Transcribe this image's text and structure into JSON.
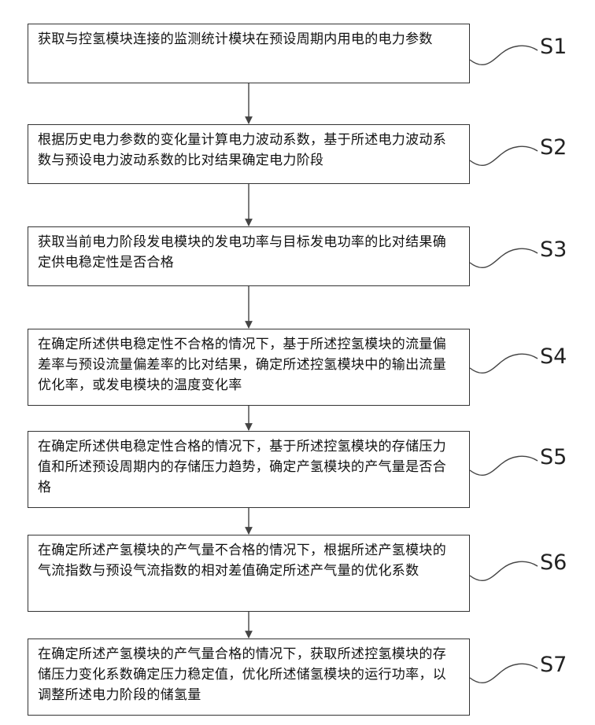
{
  "steps": [
    {
      "id": "S1",
      "text": "获取与控氢模块连接的监测统计模块在预设周期内用电的电力参数"
    },
    {
      "id": "S2",
      "text": "根据历史电力参数的变化量计算电力波动系数，基于所述电力波动系数与预设电力波动系数的比对结果确定电力阶段"
    },
    {
      "id": "S3",
      "text": "获取当前电力阶段发电模块的发电功率与目标发电功率的比对结果确定供电稳定性是否合格"
    },
    {
      "id": "S4",
      "text": "在确定所述供电稳定性不合格的情况下，基于所述控氢模块的流量偏差率与预设流量偏差率的比对结果，确定所述控氢模块中的输出流量优化率，或发电模块的温度变化率"
    },
    {
      "id": "S5",
      "text": "在确定所述供电稳定性合格的情况下，基于所述控氢模块的存储压力值和所述预设周期内的存储压力趋势，确定产氢模块的产气量是否合格"
    },
    {
      "id": "S6",
      "text": "在确定所述产氢模块的产气量不合格的情况下，根据所述产氢模块的气流指数与预设气流指数的相对差值确定所述产气量的优化系数"
    },
    {
      "id": "S7",
      "text": "在确定所述产氢模块的产气量合格的情况下，获取所述控氢模块的存储压力变化系数确定压力稳定值，优化所述储氢模块的运行功率，以调整所述电力阶段的储氢量"
    }
  ]
}
